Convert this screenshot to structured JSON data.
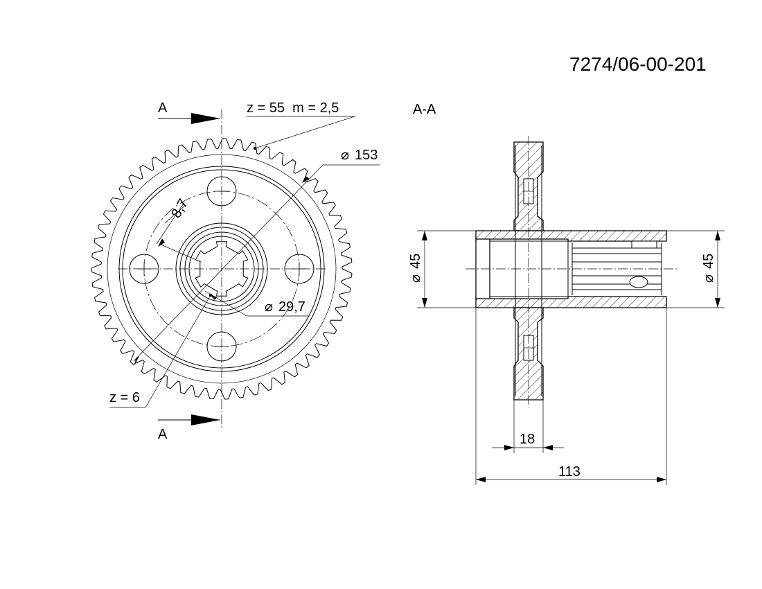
{
  "drawing": {
    "number": "7274/06-00-201",
    "section_label": "A-A",
    "cut_label_top": "A",
    "cut_label_bottom": "A"
  },
  "front_view": {
    "gear_spec": "z = 55  m = 2,5",
    "outer_diameter": "153",
    "bore_diameter": "29,7",
    "hole_offset": "8,7",
    "spline_count": "z = 6"
  },
  "section_view": {
    "left_diameter": "45",
    "right_diameter": "45",
    "hub_width": "18",
    "overall_length": "113"
  },
  "symbols": {
    "diameter": "⌀"
  }
}
